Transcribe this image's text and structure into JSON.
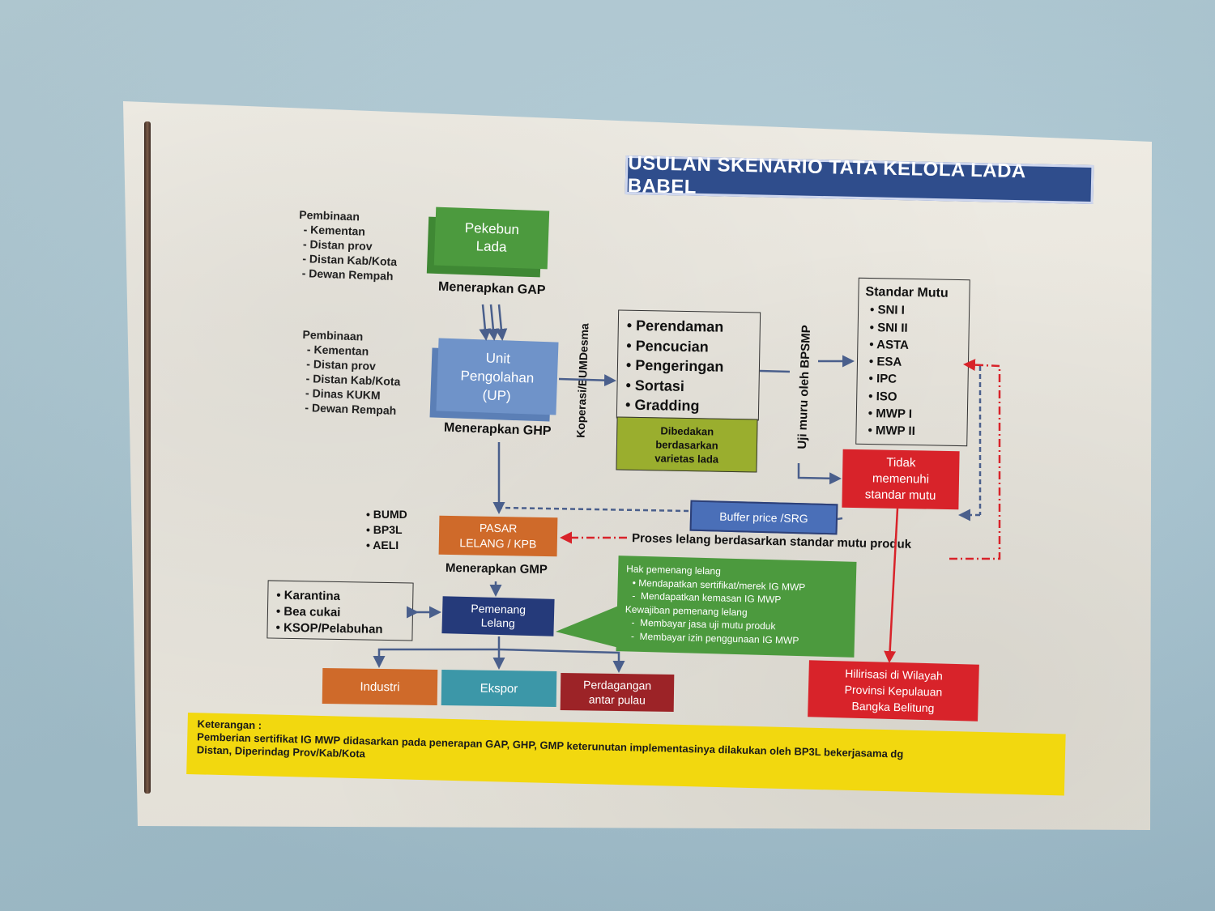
{
  "poster": {
    "title": "USULAN SKENARIO TATA KELOLA LADA BABEL",
    "pembinaan_1": {
      "heading": "Pembinaan",
      "items": [
        "Kementan",
        "Distan prov",
        "Distan Kab/Kota",
        "Dewan Rempah"
      ]
    },
    "pembinaan_2": {
      "heading": "Pembinaan",
      "items": [
        "Kementan",
        "Distan prov",
        "Distan Kab/Kota",
        "Dinas KUKM",
        "Dewan Rempah"
      ]
    },
    "pekebun": {
      "label_1": "Pekebun",
      "label_2": "Lada",
      "caption": "Menerapkan GAP"
    },
    "up": {
      "label_1": "Unit",
      "label_2": "Pengolahan",
      "label_3": "(UP)",
      "caption": "Menerapkan GHP"
    },
    "koperasi_label": "Koperasi/BUMDesma",
    "process": {
      "items": [
        "Perendaman",
        "Pencucian",
        "Pengeringan",
        "Sortasi",
        "Gradding"
      ]
    },
    "dibedakan": {
      "line_1": "Dibedakan",
      "line_2": "berdasarkan",
      "line_3": "varietas lada"
    },
    "uji_label": "Uji muru oleh BPSMP",
    "standar": {
      "heading": "Standar Mutu",
      "items": [
        "SNI I",
        "SNI II",
        "ASTA",
        "ESA",
        "IPC",
        "ISO",
        "MWP I",
        "MWP II"
      ]
    },
    "tidak": {
      "line_1": "Tidak",
      "line_2": "memenuhi",
      "line_3": "standar mutu"
    },
    "buffer": "Buffer price /SRG",
    "proses_lelang": "Proses lelang berdasarkan standar mutu produk",
    "pasar_left": {
      "items": [
        "BUMD",
        "BP3L",
        "AELI"
      ]
    },
    "pasar": {
      "line_1": "PASAR",
      "line_2": "LELANG / KPB",
      "caption": "Menerapkan GMP"
    },
    "karantina": {
      "items": [
        "Karantina",
        "Bea cukai",
        "KSOP/Pelabuhan"
      ]
    },
    "pemenang": {
      "line_1": "Pemenang",
      "line_2": "Lelang"
    },
    "hak": {
      "heading_1": "Hak pemenang lelang",
      "hak_items": [
        "Mendapatkan sertifikat/merek  IG MWP",
        "Mendapatkan kemasan IG MWP"
      ],
      "heading_2": "Kewajiban pemenang lelang",
      "kewajiban_items": [
        "Membayar jasa uji mutu produk",
        "Membayar izin penggunaan IG MWP"
      ]
    },
    "outputs": {
      "industri": "Industri",
      "ekspor": "Ekspor",
      "perdagangan_1": "Perdagangan",
      "perdagangan_2": "antar pulau"
    },
    "hilirisasi": {
      "line_1": "Hilirisasi di Wilayah",
      "line_2": "Provinsi Kepulauan",
      "line_3": "Bangka Belitung"
    },
    "keterangan": {
      "heading": "Keterangan :",
      "line_1": "Pemberian sertifikat IG MWP didasarkan pada penerapan GAP, GHP, GMP keterunutan implementasinya dilakukan oleh BP3L bekerjasama dg",
      "line_2": "Distan, Diperindag Prov/Kab/Kota"
    },
    "colors": {
      "title_bg": "#2f4d8c",
      "green": "#4c9a3e",
      "blue_box": "#6f93c9",
      "olive": "#9aae2e",
      "red": "#d8232a",
      "orange": "#cf6a2a",
      "navy": "#253a7a",
      "teal": "#3c97a8",
      "maroon": "#9c2327",
      "yellow": "#f2d80f"
    }
  }
}
